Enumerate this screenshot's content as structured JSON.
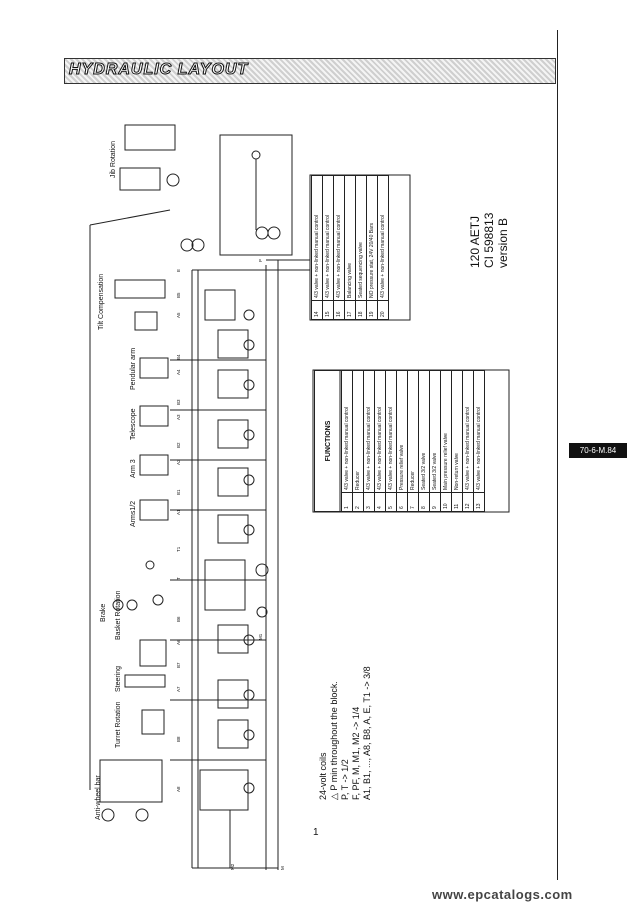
{
  "header": {
    "title": "HYDRAULIC LAYOUT"
  },
  "side_tab": "70-6-M.84",
  "page_number": "1",
  "footer_url": "www.epcatalogs.com",
  "model": {
    "line1": "120 AETJ",
    "line2": "CI 598813",
    "line3": "version B"
  },
  "notes": {
    "coils": "24-volt coils",
    "pmin": "P min throughout the block.",
    "ports1": "P, T -> 1/2",
    "ports2": "F, PF, M, M1, M2 -> 1/4",
    "ports3": "A1, B1, ..., A8, B8, A, E, T1 -> 3/8"
  },
  "functions_title": "FUNCTIONS",
  "functions_main": [
    {
      "n": "1",
      "t": "4/3 valve + non-linked manual control"
    },
    {
      "n": "2",
      "t": "Reducer"
    },
    {
      "n": "3",
      "t": "4/3 valve + non-linked manual control"
    },
    {
      "n": "4",
      "t": "4/3 valve + non-linked manual control"
    },
    {
      "n": "5",
      "t": "4/3 valve + non-linked manual control"
    },
    {
      "n": "6",
      "t": "Pressure relief valve"
    },
    {
      "n": "7",
      "t": "Reducer"
    },
    {
      "n": "8",
      "t": "Seated 3/2 valve"
    },
    {
      "n": "9",
      "t": "Seated 3/2 valve"
    },
    {
      "n": "10",
      "t": "Main pressure relief valve"
    },
    {
      "n": "11",
      "t": "Non-return valve"
    },
    {
      "n": "12",
      "t": "4/3 valve + non-linked manual control"
    },
    {
      "n": "13",
      "t": "4/3 valve + non-linked manual control"
    }
  ],
  "functions_upper": [
    {
      "n": "14",
      "t": "4/3 valve + non-linked manual control"
    },
    {
      "n": "15",
      "t": "4/3 valve + non-linked manual control"
    },
    {
      "n": "16",
      "t": "4/3 valve + non-linked manual control"
    },
    {
      "n": "17",
      "t": "Balancing valve"
    },
    {
      "n": "18",
      "t": "Seated sequencing valve"
    },
    {
      "n": "19",
      "t": "NO pressure stat, 24V 20/40 Bars"
    },
    {
      "n": "20",
      "t": "4/3 valve + non-linked manual control"
    }
  ],
  "diagram_labels": {
    "jib_rotation": "Jib Rotation",
    "tilt_compensation": "Tilt Compensation",
    "pendular_arm": "Pendular arm",
    "telescope": "Telescope",
    "arm3": "Arm 3",
    "arm12": "Arms1/2",
    "basket_rotation": "Basket Rotation",
    "steering": "Steering",
    "turret_rotation": "Turret Rotation",
    "anti_wheelbar": "Anti-wheel bar",
    "brake": "Brake"
  },
  "ports": [
    "A8",
    "B8",
    "A7",
    "B7",
    "A6",
    "B6",
    "T",
    "A1",
    "B1",
    "A2",
    "B2",
    "A3",
    "B3",
    "A4",
    "B4",
    "A5",
    "B5",
    "P",
    "E",
    "T1",
    "M",
    "M1",
    "M2"
  ]
}
